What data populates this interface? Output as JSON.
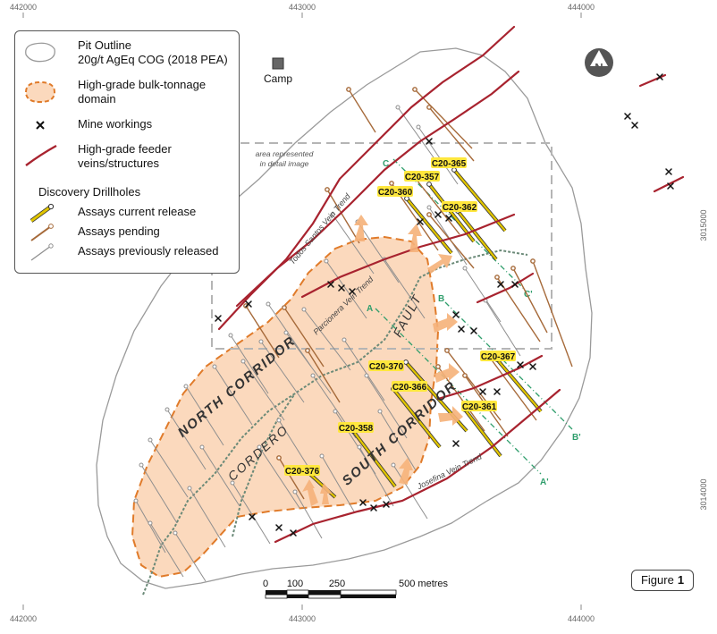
{
  "grid": {
    "x_labels": [
      "442000",
      "443000",
      "444000"
    ],
    "y_labels": [
      "3015000",
      "3014000"
    ]
  },
  "legend": {
    "pit_outline": [
      "Pit Outline",
      "20g/t AgEq COG (2018 PEA)"
    ],
    "bulk_domain": [
      "High-grade bulk-tonnage",
      "domain"
    ],
    "mine_workings": "Mine workings",
    "feeder_veins": [
      "High-grade feeder",
      "veins/structures"
    ],
    "drill_title": "Discovery Drillholes",
    "assays_current": "Assays current release",
    "assays_pending": "Assays pending",
    "assays_previous": "Assays previously released"
  },
  "labels": {
    "camp": "Camp",
    "area_note": [
      "area represented",
      "in detail image"
    ],
    "north_corridor": "NORTH CORRIDOR",
    "south_corridor": "SOUTH CORRIDOR",
    "cordero": "CORDERO",
    "fault": "FAULT",
    "todos_santos": "Todos Santos Vein Trend",
    "parcionera": "Parcionera Vein Trend",
    "josefina": "Josefina Vein Trend",
    "section_a": "A",
    "section_a_prime": "A'",
    "section_b": "B",
    "section_b_prime": "B'",
    "section_c": "C",
    "section_c_prime": "C'"
  },
  "drillholes": [
    "C20-365",
    "C20-357",
    "C20-360",
    "C20-362",
    "C20-370",
    "C20-367",
    "C20-366",
    "C20-361",
    "C20-358",
    "C20-376"
  ],
  "scale": {
    "ticks": [
      "0",
      "100",
      "250",
      "500 metres"
    ]
  },
  "figure": {
    "label": "Figure",
    "number": "1"
  },
  "north_arrow": "N",
  "colors": {
    "domain_fill": "#fbd9bd",
    "domain_stroke": "#e07b2a",
    "vein": "#a8232f",
    "current": "#e0c400",
    "pending": "#a66a3a",
    "previous": "#8e8e8e",
    "fault": "#6b8a78",
    "section": "#2f9e6c"
  }
}
